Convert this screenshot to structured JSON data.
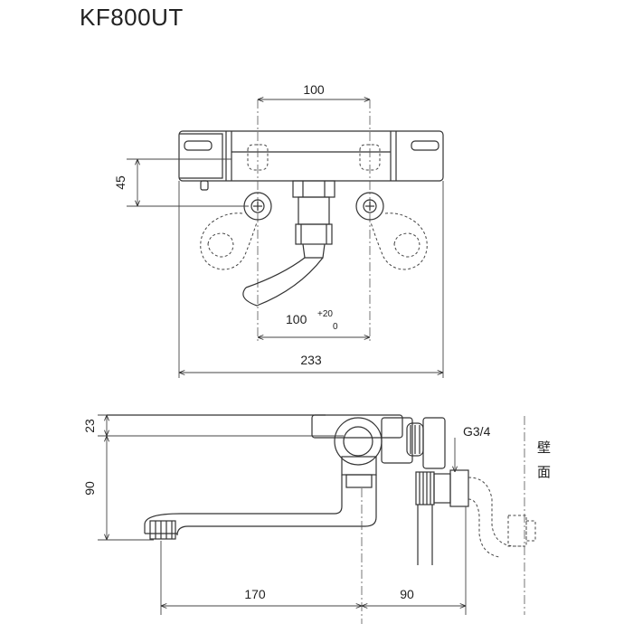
{
  "title": "KF800UT",
  "dimensions": {
    "top_spacing": "100",
    "height_45": "45",
    "pipe_spacing": "100",
    "pipe_tol_plus": "+20",
    "pipe_tol_minus": "0",
    "overall_width": "233",
    "side_23": "23",
    "side_90": "90",
    "spout_length": "170",
    "wall_depth": "90"
  },
  "labels": {
    "thread": "G3/4",
    "wall_char1": "壁",
    "wall_char2": "面"
  }
}
